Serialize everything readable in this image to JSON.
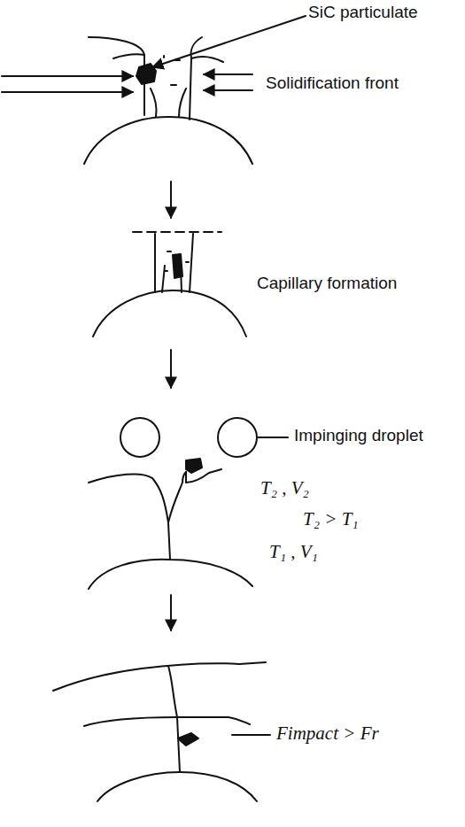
{
  "diagram": {
    "labels": [
      "SiC particulate",
      "Solidification front",
      "Capillary formation",
      "Impinging droplet",
      "T₂ , V₂",
      "T₂ > T₁",
      "T₁ , V₁",
      "Fimpact > Fr"
    ]
  }
}
